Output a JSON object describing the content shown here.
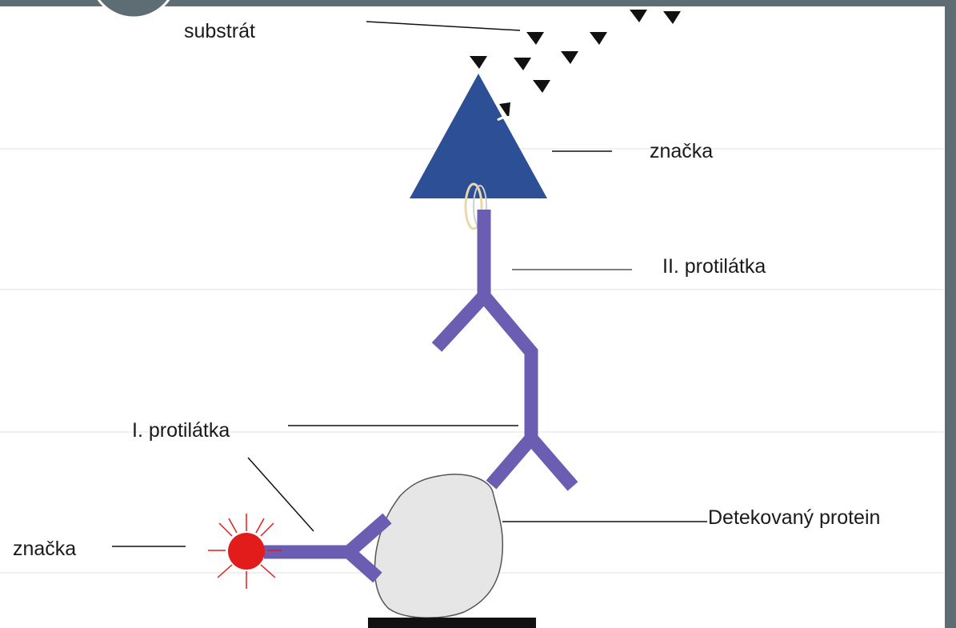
{
  "labels": {
    "substrate": "substrát",
    "tag_top": "značka",
    "secondary_antibody": "II. protilátka",
    "primary_antibody": "I. protilátka",
    "detected_protein": "Detekovaný protein",
    "tag_bottom": "značka"
  },
  "colors": {
    "antibody": "#6a5db2",
    "enzyme": "#2c4f96",
    "substrate": "#111111",
    "fluorophore": "#e21b1b",
    "protein_fill": "#e6e6e6",
    "frame": "#5d6d73"
  }
}
